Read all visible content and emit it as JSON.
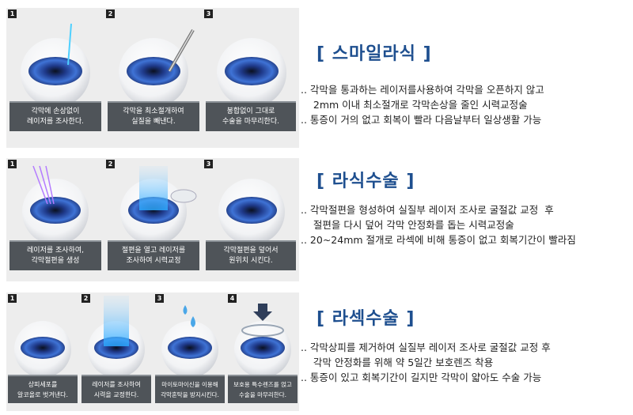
{
  "sections": [
    {
      "title": "[ 스마일라식 ]",
      "lines": [
        ".. 각막을 통과하는 레이저를사용하여 각막을 오픈하지 않고",
        "    2mm 이내 최소절개로 각막손상을 줄인 시력교정술",
        ".. 통증이 거의 없고 회복이 빨라 다음날부터 일상생활 가능"
      ],
      "steps": [
        {
          "num": "1",
          "caption": [
            "각막에 손상없이",
            "레이저를 조사한다."
          ]
        },
        {
          "num": "2",
          "caption": [
            "각막을 최소절개하여",
            "실질을 빼낸다."
          ]
        },
        {
          "num": "3",
          "caption": [
            "봉합없이 그대로",
            "수술을 마무리한다."
          ]
        }
      ]
    },
    {
      "title": "[ 라식수술 ]",
      "lines": [
        ".. 각막절편을 형성하여 실질부 레이저 조사로 굴절값 교정  후",
        "    절편을 다시 덮어 각막 안정화를 돕는 시력교정술",
        ".. 20~24mm 절개로 라섹에 비해 통증이 없고 회복기간이 빨라짐"
      ],
      "steps": [
        {
          "num": "1",
          "caption": [
            "레이저를 조사하여,",
            "각막절편을 생성"
          ]
        },
        {
          "num": "2",
          "caption": [
            "절편을 열고 레이저를",
            "조사하여 시력교정"
          ]
        },
        {
          "num": "3",
          "caption": [
            "각막절편을 덮어서",
            "원위치 시킨다."
          ]
        }
      ]
    },
    {
      "title": "[ 라섹수술 ]",
      "lines": [
        ".. 각막상피를 제거하여 실질부 레이저 조사로 굴절값 교정 후",
        "    각막 안정화를 위해 약 5일간 보호렌즈 착용",
        ".. 통증이 있고 회복기간이 길지만 각막이 얇아도 수술 가능"
      ],
      "steps": [
        {
          "num": "1",
          "caption": [
            "상피세포를",
            "알코올로 벗겨낸다."
          ]
        },
        {
          "num": "2",
          "caption": [
            "레이저를 조사하여",
            "시력을 교정한다."
          ]
        },
        {
          "num": "3",
          "caption": [
            "마이토마이신을 이용해",
            "각막혼탁을 방지시킨다."
          ]
        },
        {
          "num": "4",
          "caption": [
            "보호용 특수렌즈를 얹고",
            "수술을 마무리한다."
          ]
        }
      ]
    }
  ]
}
